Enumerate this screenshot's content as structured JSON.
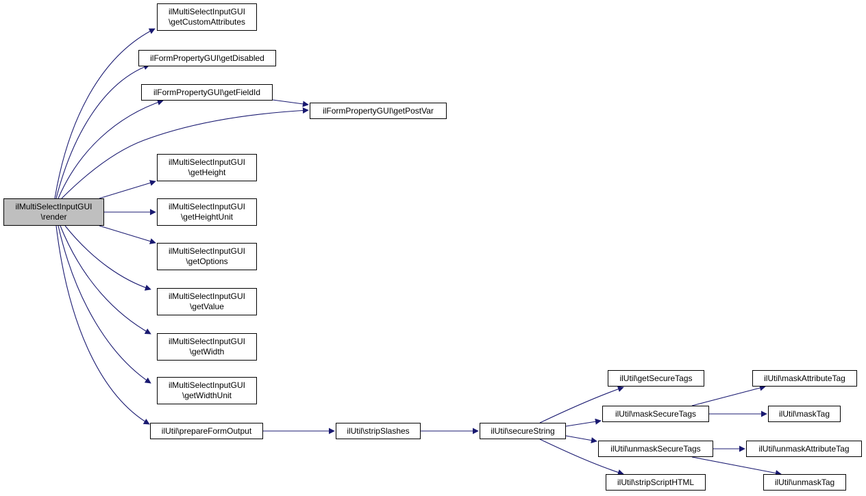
{
  "colors": {
    "edge": "#191970",
    "root_fill": "#bfbfbf",
    "node_fill": "#ffffff",
    "border": "#000000"
  },
  "nodes": {
    "render": {
      "line1": "ilMultiSelectInputGUI",
      "line2": "\\render"
    },
    "getCustomAttributes": {
      "line1": "ilMultiSelectInputGUI",
      "line2": "\\getCustomAttributes"
    },
    "getDisabled": {
      "line1": "ilFormPropertyGUI\\getDisabled"
    },
    "getFieldId": {
      "line1": "ilFormPropertyGUI\\getFieldId"
    },
    "getPostVar": {
      "line1": "ilFormPropertyGUI\\getPostVar"
    },
    "getHeight": {
      "line1": "ilMultiSelectInputGUI",
      "line2": "\\getHeight"
    },
    "getHeightUnit": {
      "line1": "ilMultiSelectInputGUI",
      "line2": "\\getHeightUnit"
    },
    "getOptions": {
      "line1": "ilMultiSelectInputGUI",
      "line2": "\\getOptions"
    },
    "getValue": {
      "line1": "ilMultiSelectInputGUI",
      "line2": "\\getValue"
    },
    "getWidth": {
      "line1": "ilMultiSelectInputGUI",
      "line2": "\\getWidth"
    },
    "getWidthUnit": {
      "line1": "ilMultiSelectInputGUI",
      "line2": "\\getWidthUnit"
    },
    "prepareFormOutput": {
      "line1": "ilUtil\\prepareFormOutput"
    },
    "stripSlashes": {
      "line1": "ilUtil\\stripSlashes"
    },
    "secureString": {
      "line1": "ilUtil\\secureString"
    },
    "getSecureTags": {
      "line1": "ilUtil\\getSecureTags"
    },
    "maskSecureTags": {
      "line1": "ilUtil\\maskSecureTags"
    },
    "unmaskSecureTags": {
      "line1": "ilUtil\\unmaskSecureTags"
    },
    "stripScriptHTML": {
      "line1": "ilUtil\\stripScriptHTML"
    },
    "maskAttributeTag": {
      "line1": "ilUtil\\maskAttributeTag"
    },
    "maskTag": {
      "line1": "ilUtil\\maskTag"
    },
    "unmaskAttributeTag": {
      "line1": "ilUtil\\unmaskAttributeTag"
    },
    "unmaskTag": {
      "line1": "ilUtil\\unmaskTag"
    }
  },
  "edges": [
    [
      "render",
      "getCustomAttributes"
    ],
    [
      "render",
      "getDisabled"
    ],
    [
      "render",
      "getFieldId"
    ],
    [
      "render",
      "getPostVar"
    ],
    [
      "getFieldId",
      "getPostVar"
    ],
    [
      "render",
      "getHeight"
    ],
    [
      "render",
      "getHeightUnit"
    ],
    [
      "render",
      "getOptions"
    ],
    [
      "render",
      "getValue"
    ],
    [
      "render",
      "getWidth"
    ],
    [
      "render",
      "getWidthUnit"
    ],
    [
      "render",
      "prepareFormOutput"
    ],
    [
      "prepareFormOutput",
      "stripSlashes"
    ],
    [
      "stripSlashes",
      "secureString"
    ],
    [
      "secureString",
      "getSecureTags"
    ],
    [
      "secureString",
      "maskSecureTags"
    ],
    [
      "secureString",
      "unmaskSecureTags"
    ],
    [
      "secureString",
      "stripScriptHTML"
    ],
    [
      "maskSecureTags",
      "maskAttributeTag"
    ],
    [
      "maskSecureTags",
      "maskTag"
    ],
    [
      "unmaskSecureTags",
      "unmaskAttributeTag"
    ],
    [
      "unmaskSecureTags",
      "unmaskTag"
    ]
  ]
}
